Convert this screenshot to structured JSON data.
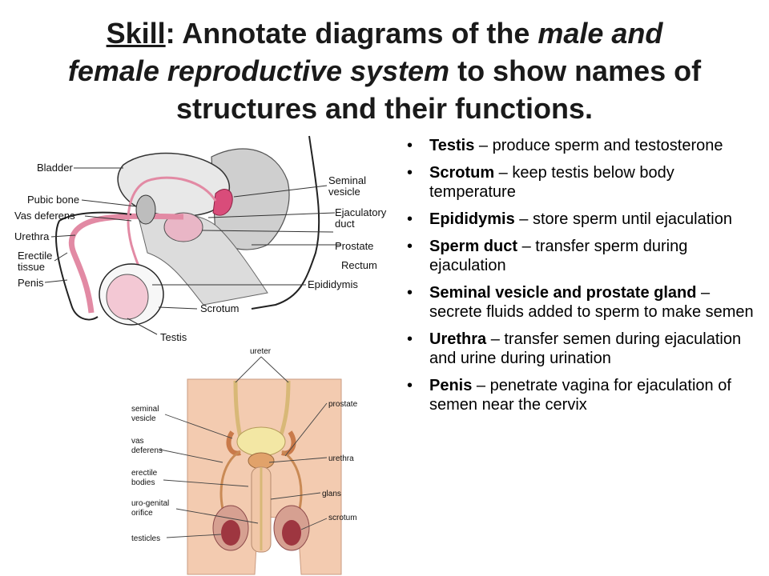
{
  "title": {
    "part1": "Skill",
    "part2": ": Annotate diagrams of the ",
    "part3": "male and",
    "part4": "female reproductive system",
    "part5": " to show names of structures and their functions."
  },
  "side_diagram": {
    "labels": {
      "bladder": "Bladder",
      "pubic_bone": "Pubic bone",
      "vas_deferens": "Vas deferens",
      "urethra": "Urethra",
      "erectile_1": "Erectile",
      "erectile_2": "tissue",
      "penis": "Penis",
      "seminal_1": "Seminal",
      "seminal_2": "vesicle",
      "ejac_1": "Ejaculatory",
      "ejac_2": "duct",
      "prostate": "Prostate",
      "rectum": "Rectum",
      "epididymis": "Epididymis",
      "scrotum": "Scrotum",
      "testis": "Testis"
    }
  },
  "front_diagram": {
    "labels": {
      "ureter": "ureter",
      "seminal_1": "seminal",
      "seminal_2": "vesicle",
      "vas_1": "vas",
      "vas_2": "deferens",
      "erectile_1": "erectile",
      "erectile_2": "bodies",
      "uro_1": "uro-genital",
      "uro_2": "orifice",
      "testicles": "testicles",
      "prostate": "prostate",
      "urethra": "urethra",
      "glans": "glans",
      "scrotum": "scrotum"
    }
  },
  "bullets": [
    {
      "term": "Testis",
      "desc": " – produce sperm and testosterone"
    },
    {
      "term": "Scrotum",
      "desc": " – keep testis below body temperature"
    },
    {
      "term": "Epididymis",
      "desc": " – store sperm until ejaculation"
    },
    {
      "term": "Sperm duct",
      "desc": " – transfer sperm during ejaculation"
    },
    {
      "term": "Seminal vesicle and prostate gland",
      "desc": " – secrete fluids added to sperm to make semen"
    },
    {
      "term": "Urethra",
      "desc": " – transfer semen during ejaculation and urine during urination"
    },
    {
      "term": "Penis",
      "desc": " – penetrate vagina for ejaculation of semen near the cervix"
    }
  ],
  "bullet_symbol": "•"
}
